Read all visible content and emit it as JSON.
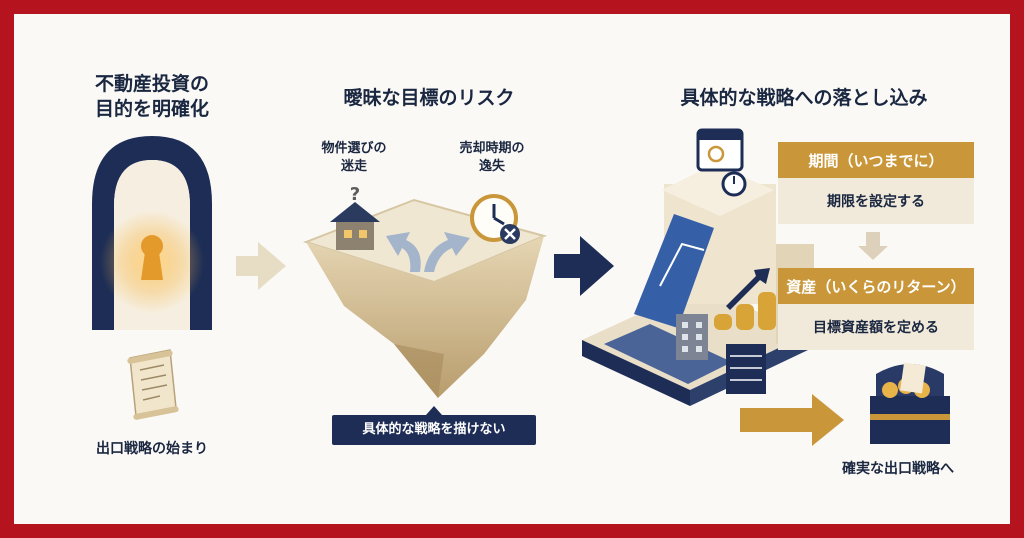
{
  "section1": {
    "title_line1": "不動産投資の",
    "title_line2": "目的を明確化",
    "caption": "出口戦略の始まり"
  },
  "section2": {
    "title": "曖昧な目標のリスク",
    "label_left_line1": "物件選びの",
    "label_left_line2": "迷走",
    "label_right_line1": "売却時期の",
    "label_right_line2": "逸失",
    "bottom_label": "具体的な戦略を描けない"
  },
  "section3": {
    "title": "具体的な戦略への落とし込み",
    "box1_title": "期間（いつまでに）",
    "box1_body": "期限を設定する",
    "box2_title": "資産（いくらのリターン）",
    "box2_body": "目標資産額を定める",
    "caption": "確実な出口戦略へ"
  },
  "colors": {
    "frame": "#b5141e",
    "navy": "#1d2d55",
    "gold": "#c9973a",
    "beige": "#efe6d3",
    "text": "#1a2740"
  }
}
